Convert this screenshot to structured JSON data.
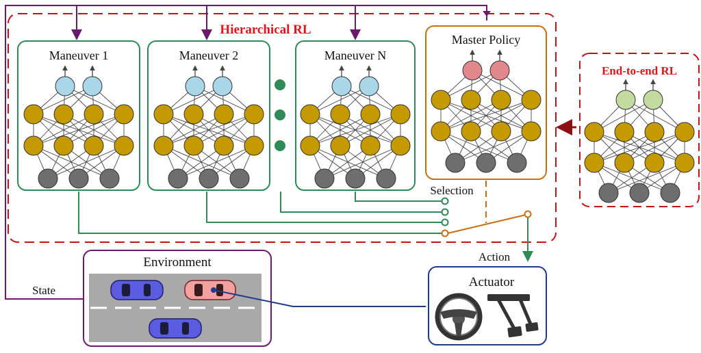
{
  "diagram": {
    "hierarchical_title": "Hierarchical RL",
    "end_to_end_title": "End-to-end RL",
    "maneuvers": [
      {
        "label": "Maneuver 1"
      },
      {
        "label": "Maneuver 2"
      },
      {
        "label": "Maneuver N"
      }
    ],
    "master_policy_label": "Master Policy",
    "selection_label": "Selection",
    "action_label": "Action",
    "state_label": "State",
    "environment_label": "Environment",
    "actuator_label": "Actuator",
    "colors": {
      "purple_line": "#6b1a6b",
      "green_line": "#2e8b57",
      "orange_line": "#c87010",
      "red_dash": "#c0141a",
      "blue_line": "#1f3a8c",
      "hidden_node": "#c49a00",
      "input_node": "#6e6e6e",
      "output_maneuver": "#aad6ea",
      "output_master": "#e0888c",
      "output_e2e": "#c4dba0",
      "dots": "#2e8b57"
    }
  }
}
